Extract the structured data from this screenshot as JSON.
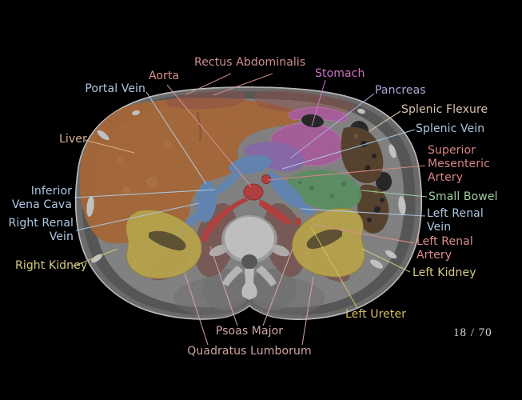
{
  "viewer": {
    "slice_counter": {
      "current": "18",
      "total": "70",
      "display": "18 / 70"
    }
  },
  "labels": {
    "rectus_abdominalis": {
      "text": "Rectus Abdominalis",
      "color": "#cf9090"
    },
    "aorta": {
      "text": "Aorta",
      "color": "#d98f8f"
    },
    "portal_vein": {
      "text": "Portal Vein",
      "color": "#aec7e2"
    },
    "liver": {
      "text": "Liver",
      "color": "#d9af93"
    },
    "stomach": {
      "text": "Stomach",
      "color": "#cf74c4"
    },
    "pancreas": {
      "text": "Pancreas",
      "color": "#b5a6d8"
    },
    "splenic_flexure": {
      "text": "Splenic Flexure",
      "color": "#d9c3ab"
    },
    "splenic_vein": {
      "text": "Splenic Vein",
      "color": "#a9c8e2"
    },
    "superior_mesenteric_artery": {
      "line1": "Superior",
      "line2": "Mesenteric",
      "line3": "Artery",
      "color": "#d98585"
    },
    "small_bowel": {
      "text": "Small Bowel",
      "color": "#9fcf9f"
    },
    "left_renal_vein": {
      "line1": "Left Renal",
      "line2": "Vein",
      "color": "#aec7e2"
    },
    "left_renal_artery": {
      "line1": "Left Renal",
      "line2": "Artery",
      "color": "#dc8f8f"
    },
    "left_kidney": {
      "text": "Left Kidney",
      "color": "#d3cc85"
    },
    "inferior_vena_cava": {
      "line1": "Inferior",
      "line2": "Vena Cava",
      "color": "#aec7e2"
    },
    "right_renal_vein": {
      "line1": "Right Renal",
      "line2": "Vein",
      "color": "#aec7e2"
    },
    "right_kidney": {
      "text": "Right Kidney",
      "color": "#d3cc85"
    },
    "left_ureter": {
      "text": "Left Ureter",
      "color": "#d6be62"
    },
    "psoas_major": {
      "text": "Psoas Major",
      "color": "#d4a5a5"
    },
    "quadratus_lumborum": {
      "text": "Quadratus Lumborum",
      "color": "#d4a5a5"
    }
  },
  "organ_colors": {
    "liver": "#c2641f",
    "stomach": "#c653b2",
    "pancreas": "#9366c8",
    "vein": "#5e90d2",
    "artery": "#d32a2a",
    "small_bowel": "#4f9f5c",
    "kidney": "#dcbe3c",
    "psoas_muscle": "#7c4a44",
    "rectus_overlay": "#9b4137",
    "bone": "#e9e9e9",
    "colon_content": "#4a2d10"
  }
}
